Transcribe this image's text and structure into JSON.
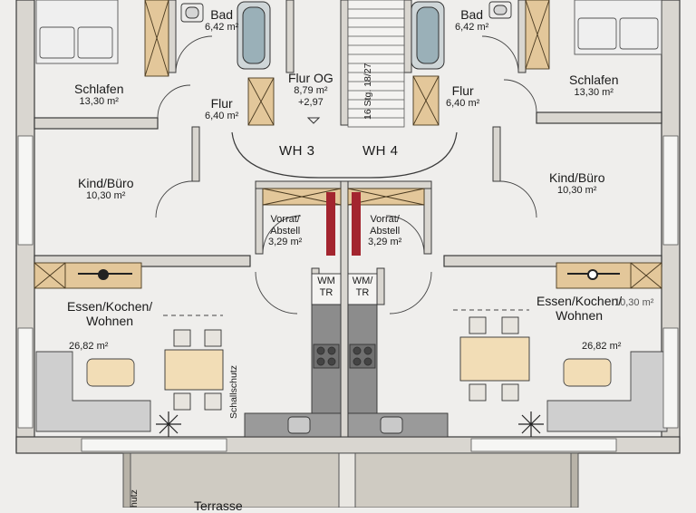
{
  "colors": {
    "wall_fill": "#d9d6d0",
    "wall_line": "#3a3a3a",
    "wood": "#e3c79a",
    "terrace": "#cfcbc2",
    "sofa": "#cfcfcf",
    "table": "#f2ddb6",
    "kitchen_dark": "#8c8c8c",
    "accent_red": "#a3252f"
  },
  "units": {
    "left": "WH 3",
    "right": "WH 4"
  },
  "rooms": {
    "bad_left": {
      "name": "Bad",
      "area": "6,42 m²"
    },
    "bad_right": {
      "name": "Bad",
      "area": "6,42 m²"
    },
    "schlafen_left": {
      "name": "Schlafen",
      "area": "13,30 m²"
    },
    "schlafen_right": {
      "name": "Schlafen",
      "area": "13,30 m²"
    },
    "flur_og": {
      "name": "Flur OG",
      "area": "8,79 m²",
      "level": "+2,97"
    },
    "flur_left": {
      "name": "Flur",
      "area": "6,40 m²"
    },
    "flur_right": {
      "name": "Flur",
      "area": "6,40 m²"
    },
    "kind_left": {
      "name": "Kind/Büro",
      "area": "10,30 m²"
    },
    "kind_right": {
      "name": "Kind/Büro",
      "area": "10,30 m²"
    },
    "vorrat_left": {
      "name_line1": "Vorrat/",
      "name_line2": "Abstell",
      "area": "3,29 m²"
    },
    "vorrat_right": {
      "name_line1": "Vorrat/",
      "name_line2": "Abstell",
      "area": "3,29 m²"
    },
    "wm_left": {
      "line1": "WM",
      "line2": "TR"
    },
    "wm_right": {
      "line1": "WM/",
      "line2": "TR"
    },
    "essen_left": {
      "line1": "Essen/Kochen/",
      "line2": "Wohnen",
      "area": "26,82 m²"
    },
    "essen_right": {
      "line1": "Essen/Kochen/",
      "line2": "Wohnen",
      "area": "26,82 m²",
      "ghost_area": "10,30 m²"
    }
  },
  "stairs": {
    "label": "16 Stg. 18/27"
  },
  "annotations": {
    "schallschutz": "Schallschutz",
    "schutz_partial": "hutz",
    "terrasse_partial": "Terrasse"
  }
}
